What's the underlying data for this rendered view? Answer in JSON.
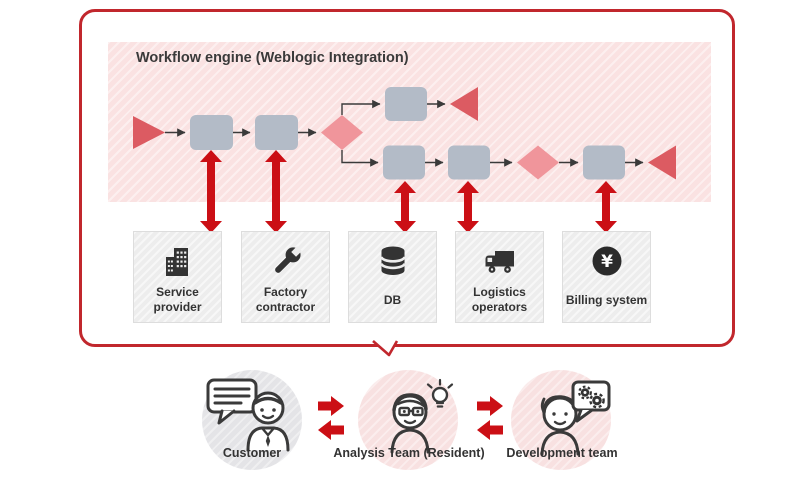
{
  "workflow": {
    "title": "Workflow engine (Weblogic Integration)",
    "panel_bg": "#fae2e2",
    "task_node_color": "#b3bbc7",
    "decision_node_color": "#f0959b",
    "terminal_node_color": "#dc5b62"
  },
  "bubble": {
    "border_color": "#c1272d"
  },
  "link_arrow_color": "#cb0f15",
  "systems": [
    {
      "label": "Service provider",
      "icon": "building-icon"
    },
    {
      "label": "Factory contractor",
      "icon": "wrench-icon"
    },
    {
      "label": "DB",
      "icon": "database-icon"
    },
    {
      "label": "Logistics operators",
      "icon": "truck-icon"
    },
    {
      "label": "Billing system",
      "icon": "yen-icon",
      "symbol": "¥"
    }
  ],
  "teams": [
    {
      "label": "Customer",
      "icon": "customer-speech-icon",
      "circle_color": "#e4e4e7"
    },
    {
      "label": "Analysis Team (Resident)",
      "icon": "analyst-lightbulb-icon",
      "circle_color": "#f8e1e1"
    },
    {
      "label": "Development team",
      "icon": "developer-gears-icon",
      "circle_color": "#f8e1e1"
    }
  ]
}
